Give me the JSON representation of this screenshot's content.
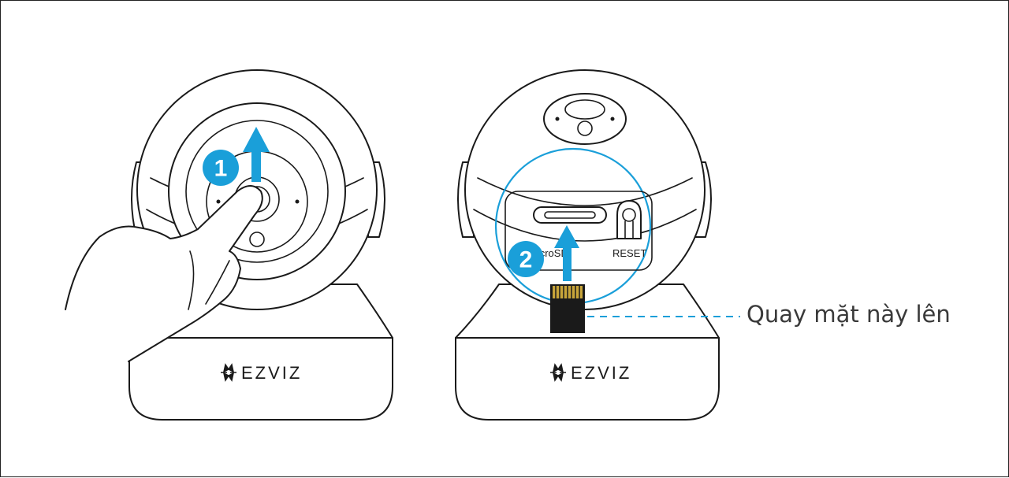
{
  "steps": [
    {
      "number": "1"
    },
    {
      "number": "2"
    }
  ],
  "camera_left": {
    "brand": "EZVIZ"
  },
  "camera_right": {
    "brand": "EZVIZ",
    "ports": {
      "micro_sd": "MicroSD",
      "reset": "RESET"
    }
  },
  "callout": {
    "text": "Quay mặt này lên"
  },
  "colors": {
    "accent": "#1a9fd9",
    "line": "#1a1a1a",
    "callout_text": "#3a3a3a"
  },
  "icons": [
    "ezviz-logo-icon",
    "arrow-up-icon",
    "hand-icon",
    "microsd-card-icon",
    "magnify-circle-icon"
  ]
}
